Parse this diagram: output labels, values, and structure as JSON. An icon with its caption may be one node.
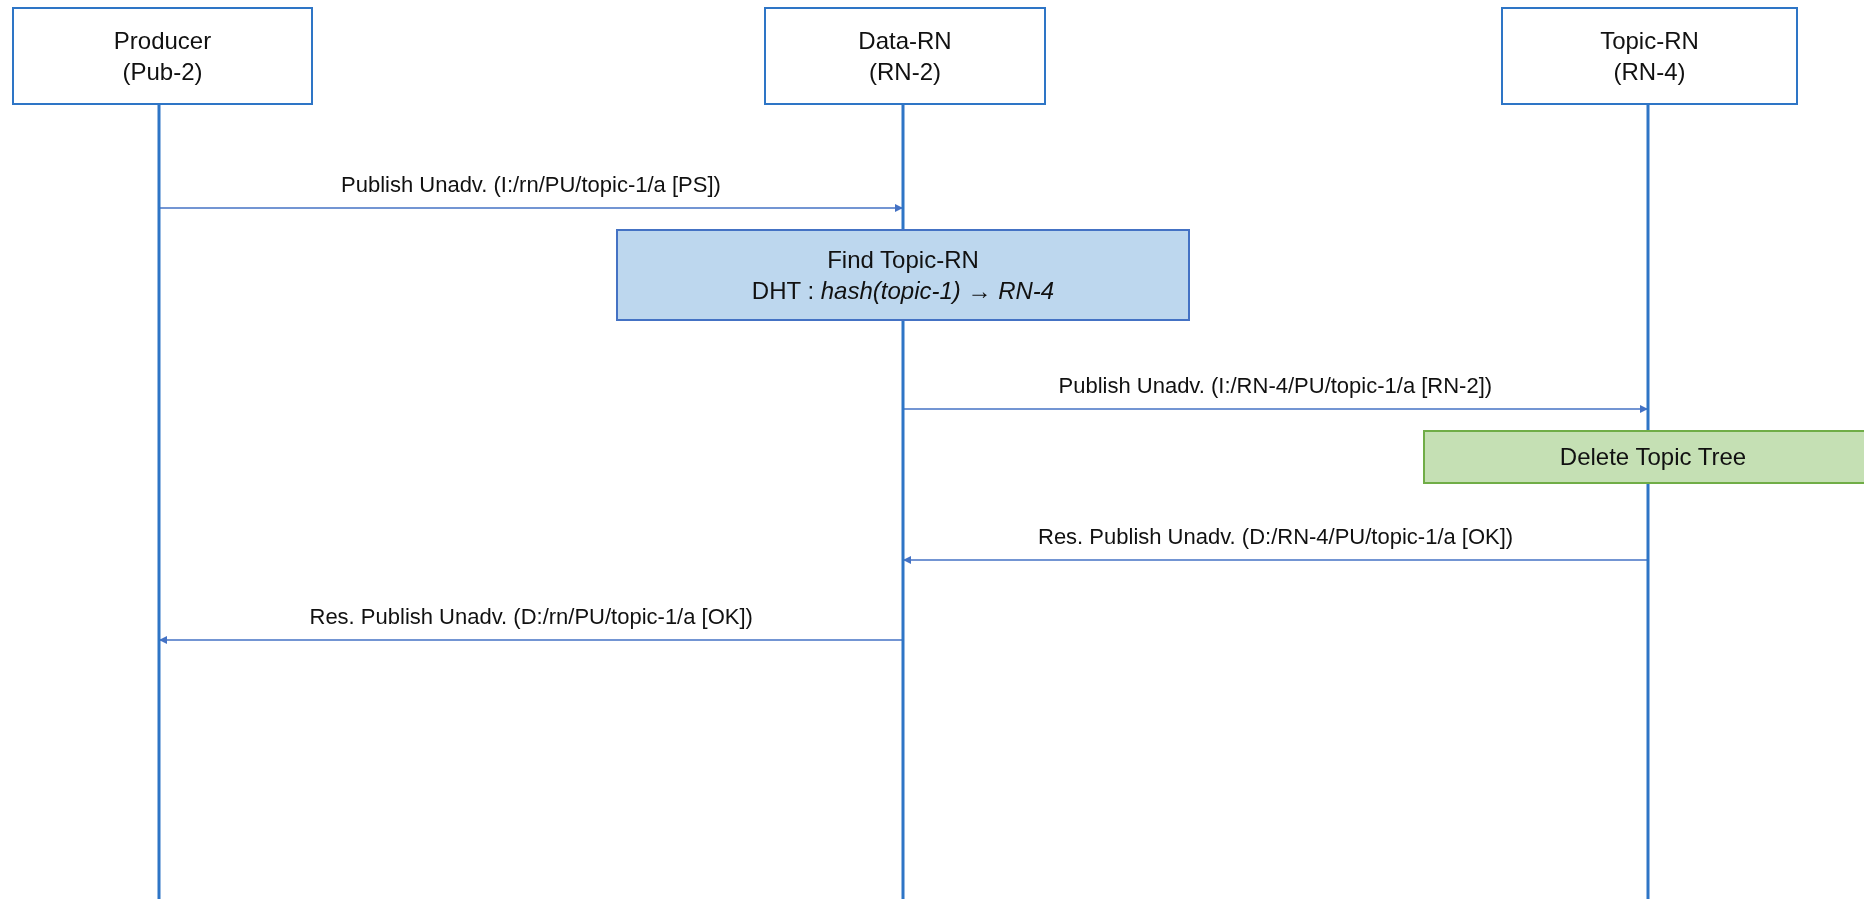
{
  "diagram": {
    "nodes": [
      {
        "text": [
          "Producer (Pub-2)"
        ]
      },
      {
        "text": [
          "Data-RN (RN-2)"
        ]
      },
      {
        "text": [
          "Topic-RN (RN-4)"
        ]
      },
      {
        "text": [
          "Find Topic-RN",
          "DHT : *hash(topic-1)* → *RN-4*"
        ]
      },
      {
        "text": [
          "Delete Topic Tree"
        ]
      }
    ],
    "edges": [
      {
        "from": 0,
        "to": 1,
        "arrow": "to",
        "label": "Publish Unadv. (I:/rn/PU/topic-1/a [PS])"
      },
      {
        "from": 1,
        "to": 2,
        "arrow": "to",
        "label": "Publish Unadv. (I:/RN-4/PU/topic-1/a [RN-2])"
      },
      {
        "from": 2,
        "to": 1,
        "arrow": "to",
        "label": "Res. Publish Unadv. (D:/RN-4/PU/topic-1/a [OK])"
      },
      {
        "from": 1,
        "to": 0,
        "arrow": "to",
        "label": "Res. Publish Unadv. (D:/rn/PU/topic-1/a [OK])"
      }
    ]
  }
}
